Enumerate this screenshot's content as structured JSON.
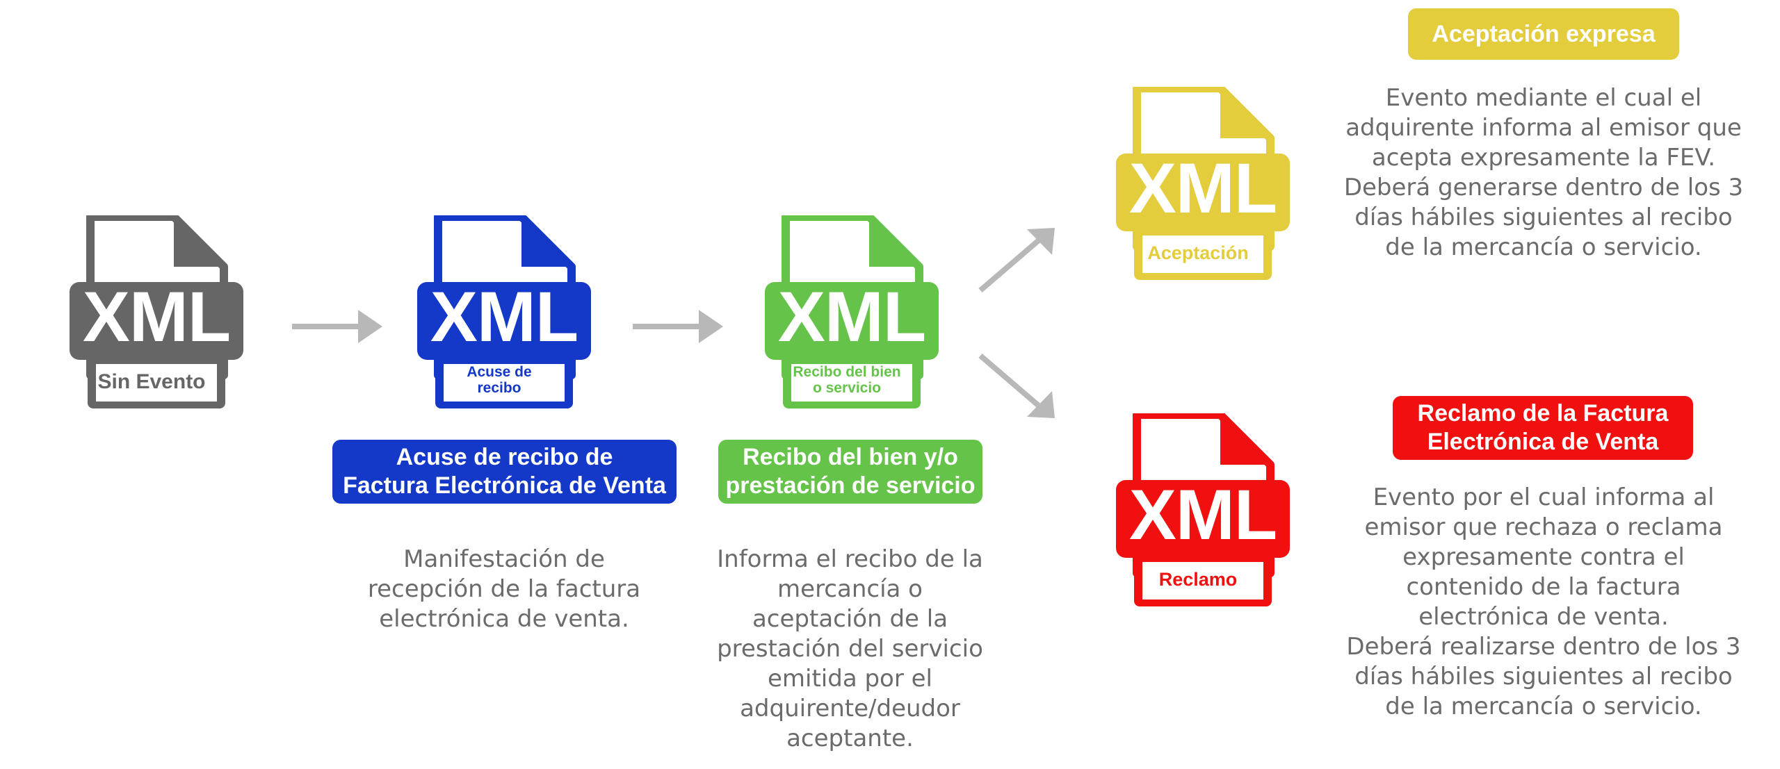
{
  "icons": {
    "sin_evento": {
      "badge": "XML",
      "label": "Sin Evento",
      "color": "#666666"
    },
    "acuse": {
      "badge": "XML",
      "label": "Acuse de\nrecibo",
      "color": "#1438c8"
    },
    "recibo": {
      "badge": "XML",
      "label": "Recibo del bien\no servicio",
      "color": "#66c34a"
    },
    "aceptacion": {
      "badge": "XML",
      "label": "Aceptación",
      "color": "#e3cd3c"
    },
    "reclamo": {
      "badge": "XML",
      "label": "Reclamo",
      "color": "#f01010"
    }
  },
  "cards": {
    "acuse": {
      "title": "Acuse de recibo de\nFactura Electrónica de Venta",
      "description": "Manifestación de\nrecepción de la factura\nelectrónica de venta."
    },
    "recibo": {
      "title": "Recibo del bien y/o\nprestación de servicio",
      "description": "Informa el recibo de la\nmercancía o\naceptación de la\nprestación del servicio\nemitida por el\nadquirente/deudor\naceptante."
    },
    "aceptacion": {
      "title": "Aceptación expresa",
      "description": "Evento mediante el cual el\nadquirente informa al emisor que\nacepta expresamente la FEV.\nDeberá generarse dentro de los 3\ndías hábiles siguientes al recibo\nde la mercancía o servicio."
    },
    "reclamo": {
      "title": "Reclamo de la Factura\nElectrónica de Venta",
      "description": "Evento por el cual informa al\nemisor que rechaza o reclama\nexpresamente contra el\ncontenido de la factura\nelectrónica de venta.\nDeberá realizarse dentro de los 3\ndías hábiles siguientes al recibo\nde la mercancía o servicio."
    }
  },
  "colors": {
    "arrow": "#b8b8b8",
    "text": "#6b6b6b",
    "gray": "#666666",
    "blue": "#1438c8",
    "green": "#66c34a",
    "yellow": "#e3cd3c",
    "red": "#f01010"
  }
}
